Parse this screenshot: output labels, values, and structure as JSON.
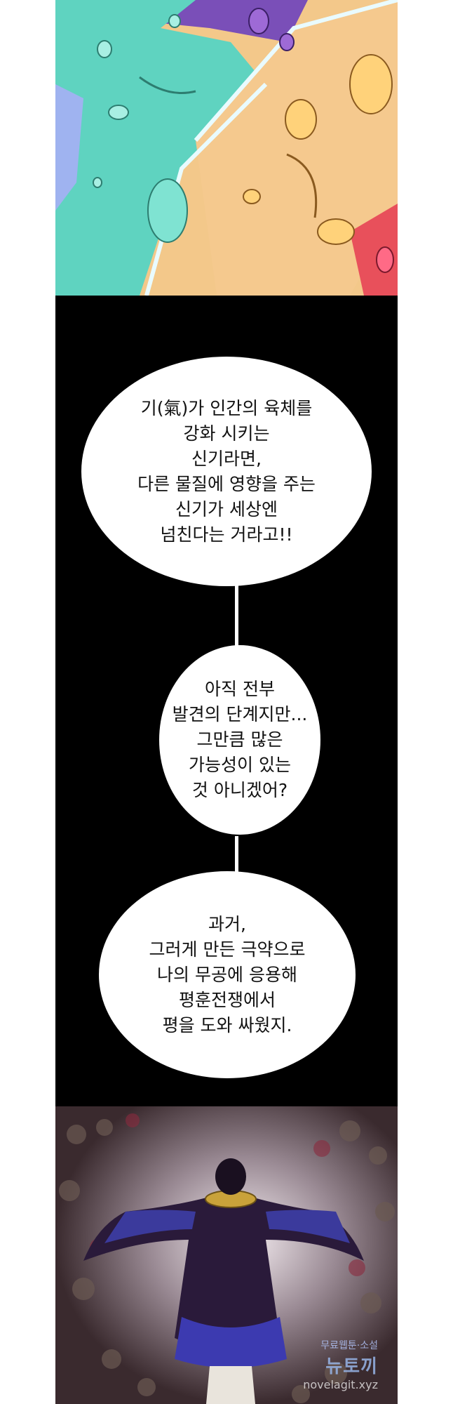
{
  "bubbles": [
    {
      "text": "기(氣)가 인간의 육체를\n강화 시키는\n신기라면,\n다른 물질에 영향을 주는\n신기가 세상엔\n넘친다는 거라고!!"
    },
    {
      "text": "아직 전부\n발견의 단계지만...\n그만큼 많은\n가능성이 있는\n것 아니겠어?"
    },
    {
      "text": "과거,\n그러게 만든 극약으로\n나의 무공에 응용해\n평훈전쟁에서\n평을 도와 싸웠지."
    }
  ],
  "watermark": {
    "top": "무료웹툰·소설",
    "main": "뉴토끼",
    "url": "novelagit.xyz"
  },
  "colors": {
    "panel_bg_dark": "#000000",
    "teal": "#5fd3c0",
    "peach": "#f5c98e",
    "purple": "#7a4fb8",
    "bubble": "#ffffff"
  }
}
